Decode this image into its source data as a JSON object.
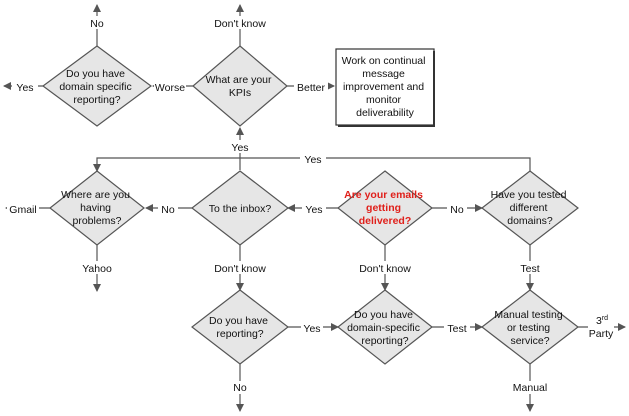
{
  "colors": {
    "line": "#555555",
    "shape_fill": "#e6e6e6",
    "highlight": "#e0201b"
  },
  "nodes": {
    "kpis": {
      "lines": [
        "What are your",
        "KPIs"
      ]
    },
    "domain_reporting_top": {
      "lines": [
        "Do you have",
        "domain specific",
        "reporting?"
      ]
    },
    "work_box": {
      "lines": [
        "Work on continual",
        "message",
        "improvement and",
        "monitor",
        "deliverability"
      ]
    },
    "where_problems": {
      "lines": [
        "Where are you",
        "having",
        "problems?"
      ]
    },
    "to_inbox": {
      "lines": [
        "To the inbox?"
      ]
    },
    "emails_delivered": {
      "lines": [
        "Are your emails",
        "getting",
        "delivered?"
      ]
    },
    "tested_domains": {
      "lines": [
        "Have you tested",
        "different",
        "domains?"
      ]
    },
    "have_reporting": {
      "lines": [
        "Do you have",
        "reporting?"
      ]
    },
    "domain_specific": {
      "lines": [
        "Do you have",
        "domain-specific",
        "reporting?"
      ]
    },
    "manual_testing": {
      "lines": [
        "Manual testing",
        "or testing",
        "service?"
      ]
    }
  },
  "edge_labels": {
    "no_top": "No",
    "dont_know_top": "Don't know",
    "yes_left_top": "Yes",
    "worse": "Worse",
    "better": "Better",
    "yes_upper": "Yes",
    "yes_right_loop": "Yes",
    "gmail": "Gmail",
    "no_where": "No",
    "yes_inbox": "Yes",
    "no_tested": "No",
    "yahoo": "Yahoo",
    "dont_know_inbox": "Don't know",
    "dont_know_delivered": "Don't know",
    "test_tested": "Test",
    "yes_reporting": "Yes",
    "test_bottom": "Test",
    "third_party_num": "3",
    "third_party_sup": "rd",
    "third_party_word": "Party",
    "no_bottom": "No",
    "manual": "Manual"
  }
}
